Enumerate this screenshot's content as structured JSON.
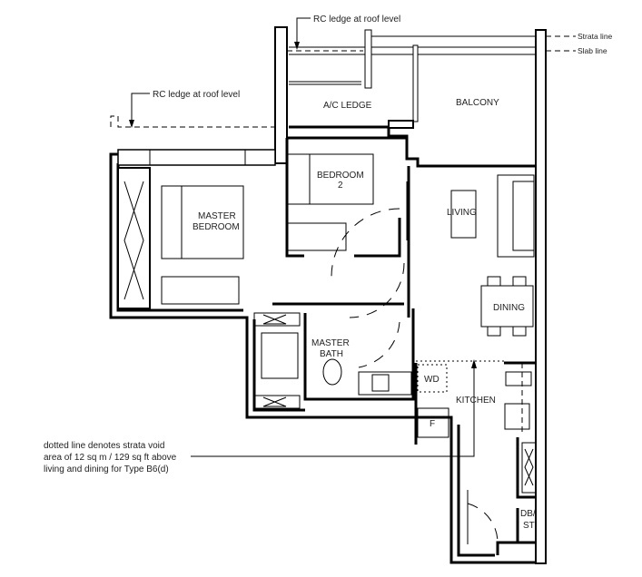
{
  "annotations": {
    "rc_ledge_top": "RC ledge at roof level",
    "rc_ledge_left": "RC ledge at roof level",
    "strata_line": "Strata line",
    "slab_line": "Slab line",
    "note_line1": "dotted line denotes strata void",
    "note_line2": "area of 12 sq m / 129 sq ft above",
    "note_line3": "living and dining for Type B6(d)"
  },
  "rooms": {
    "ac_ledge": "A/C LEDGE",
    "balcony": "BALCONY",
    "bedroom2_line1": "BEDROOM",
    "bedroom2_line2": "2",
    "living": "LIVING",
    "master_bedroom_line1": "MASTER",
    "master_bedroom_line2": "BEDROOM",
    "dining": "DINING",
    "master_bath_line1": "MASTER",
    "master_bath_line2": "BATH",
    "wd": "WD",
    "kitchen": "KITCHEN",
    "fridge": "F",
    "dbst_line1": "DB/",
    "dbst_line2": "ST"
  }
}
